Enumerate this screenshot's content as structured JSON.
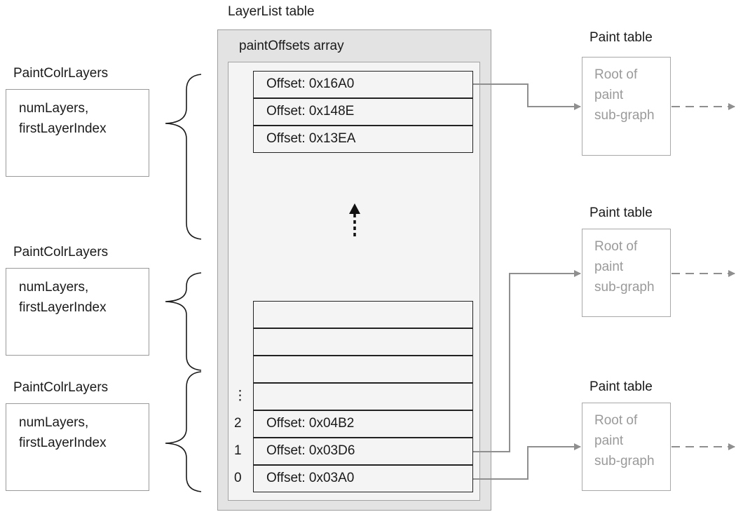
{
  "layerlist_title": "LayerList table",
  "paint_offsets_title": "paintOffsets array",
  "top_offsets": [
    "Offset: 0x16A0",
    "Offset: 0x148E",
    "Offset: 0x13EA"
  ],
  "bottom_offsets": [
    "",
    "",
    "",
    "",
    "Offset: 0x04B2",
    "Offset: 0x03D6",
    "Offset: 0x03A0"
  ],
  "row_indices": [
    "⋮",
    "2",
    "1",
    "0"
  ],
  "paint_colr_layers": [
    {
      "title": "PaintColrLayers",
      "line1": "numLayers,",
      "line2": "firstLayerIndex"
    },
    {
      "title": "PaintColrLayers",
      "line1": "numLayers,",
      "line2": "firstLayerIndex"
    },
    {
      "title": "PaintColrLayers",
      "line1": "numLayers,",
      "line2": "firstLayerIndex"
    }
  ],
  "paint_tables": [
    {
      "title": "Paint table",
      "line1": "Root of",
      "line2": "paint",
      "line3": "sub-graph"
    },
    {
      "title": "Paint table",
      "line1": "Root of",
      "line2": "paint",
      "line3": "sub-graph"
    },
    {
      "title": "Paint table",
      "line1": "Root of",
      "line2": "paint",
      "line3": "sub-graph"
    }
  ],
  "colors": {
    "border": "#222222",
    "gray_arrow": "#8f8f8f",
    "outer_fill": "#e3e3e3",
    "inner_fill": "#f4f4f4",
    "paint_text": "#9a9a9a"
  }
}
